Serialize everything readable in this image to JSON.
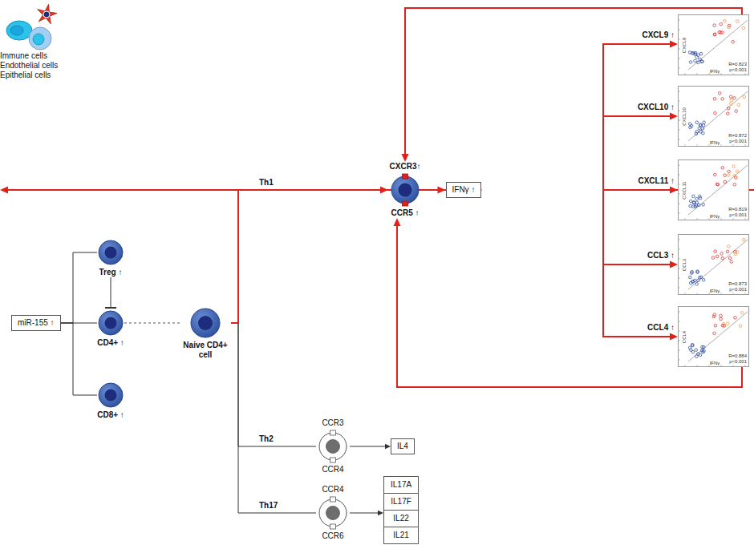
{
  "diagram": {
    "nodes": [
      {
        "text": [
          "miR-155 ↑"
        ]
      },
      {
        "text": [
          "Treg ↑"
        ]
      },
      {
        "text": [
          "CD4+ ↑"
        ]
      },
      {
        "text": [
          "CD8+ ↑"
        ]
      },
      {
        "text": [
          "Naive CD4+ cell"
        ]
      },
      {
        "text": [
          "CXCR3↑",
          "CCR5 ↑"
        ]
      },
      {
        "text": [
          "IFNγ ↑"
        ]
      },
      {
        "text": [
          "Immune cells",
          "Endothelial cells",
          "Epithelial cells"
        ]
      },
      {
        "text": [
          "CXCL9 ↑",
          "CXCL9",
          "IFNγ",
          "R=0.823",
          "p<0.001"
        ]
      },
      {
        "text": [
          "CXCL10 ↑",
          "CXCL10",
          "IFNγ",
          "R=0.872",
          "p<0.001"
        ]
      },
      {
        "text": [
          "CXCL11 ↑",
          "CXCL11",
          "IFNγ",
          "R=0.819",
          "p<0.001"
        ]
      },
      {
        "text": [
          "CCL3 ↑",
          "CCL3",
          "IFNγ",
          "R=0.873",
          "p<0.001"
        ]
      },
      {
        "text": [
          "CCL4 ↑",
          "CCL4",
          "IFNγ",
          "R=0.884",
          "p<0.001"
        ]
      },
      {
        "text": [
          "CCR3",
          "CCR4"
        ]
      },
      {
        "text": [
          "IL4"
        ]
      },
      {
        "text": [
          "CCR4",
          "CCR6"
        ]
      },
      {
        "text": [
          "IL17A",
          "IL17F",
          "IL22",
          "IL21"
        ]
      }
    ],
    "edges": [
      {
        "from": 0,
        "to": 1,
        "arrow": "none"
      },
      {
        "from": 0,
        "to": 2,
        "arrow": "none"
      },
      {
        "from": 0,
        "to": 3,
        "arrow": "none"
      },
      {
        "from": 1,
        "to": 2,
        "arrow": "to"
      },
      {
        "from": 2,
        "to": 4,
        "arrow": "none"
      },
      {
        "from": 4,
        "to": 5,
        "label": "Th1",
        "arrow": "to"
      },
      {
        "from": 4,
        "to": 13,
        "label": "Th2",
        "arrow": "none"
      },
      {
        "from": 4,
        "to": 15,
        "label": "Th17",
        "arrow": "none"
      },
      {
        "from": 5,
        "to": 6,
        "arrow": "to"
      },
      {
        "from": 6,
        "to": 7,
        "arrow": "to"
      },
      {
        "from": 7,
        "to": 8,
        "arrow": "to"
      },
      {
        "from": 7,
        "to": 9,
        "arrow": "to"
      },
      {
        "from": 7,
        "to": 10,
        "arrow": "to"
      },
      {
        "from": 7,
        "to": 11,
        "arrow": "to"
      },
      {
        "from": 7,
        "to": 12,
        "arrow": "to"
      },
      {
        "from": 8,
        "to": 5,
        "arrow": "to"
      },
      {
        "from": 12,
        "to": 5,
        "arrow": "to"
      },
      {
        "from": 13,
        "to": 14,
        "arrow": "to"
      },
      {
        "from": 15,
        "to": 16,
        "arrow": "to"
      }
    ]
  }
}
